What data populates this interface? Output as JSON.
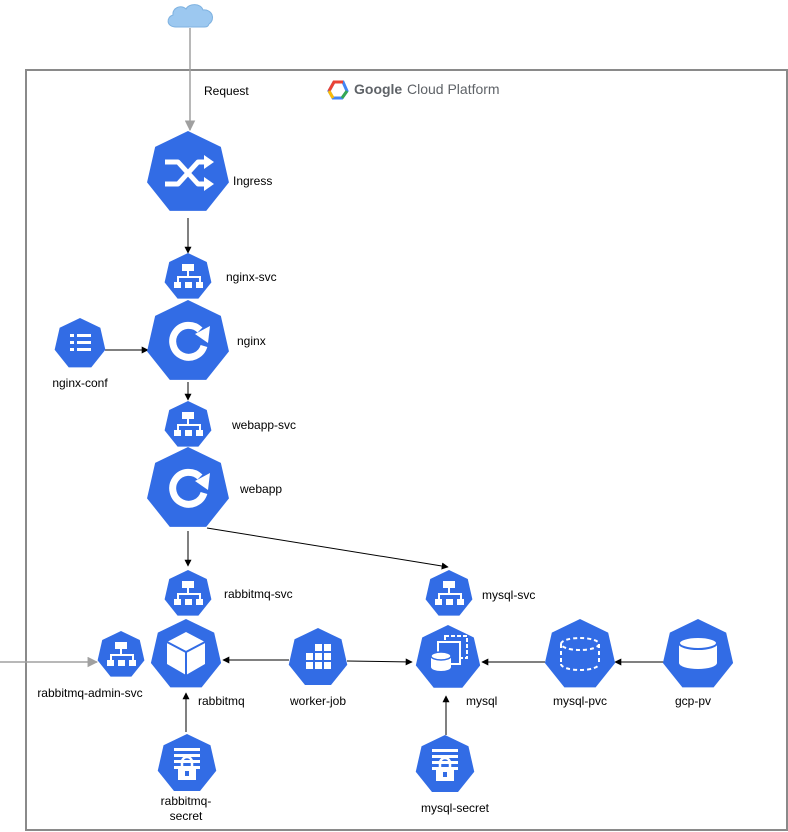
{
  "colors": {
    "k8s_blue": "#326ce5",
    "frame_gray": "#8a8a8a",
    "arrow_gray": "#a0a0a0",
    "arrow_black": "#000000",
    "cloud_blue": "#9cc8f0",
    "gcp_text": "#5f6368"
  },
  "platform": {
    "logo_icon": "google-cloud-logo-icon",
    "google": "Google",
    "rest": "Cloud Platform"
  },
  "request_label": "Request",
  "nodes": {
    "ingress": {
      "label": "Ingress",
      "icon": "ingress-shuffle-icon"
    },
    "nginx_svc": {
      "label": "nginx-svc",
      "icon": "service-icon"
    },
    "nginx": {
      "label": "nginx",
      "icon": "deployment-icon"
    },
    "nginx_conf": {
      "label": "nginx-conf",
      "icon": "configmap-icon"
    },
    "webapp_svc": {
      "label": "webapp-svc",
      "icon": "service-icon"
    },
    "webapp": {
      "label": "webapp",
      "icon": "deployment-icon"
    },
    "rabbitmq_svc": {
      "label": "rabbitmq-svc",
      "icon": "service-icon"
    },
    "rabbitmq": {
      "label": "rabbitmq",
      "icon": "pod-cube-icon"
    },
    "rabbitmq_admin_svc": {
      "label": "rabbitmq-admin-svc",
      "icon": "service-icon"
    },
    "rabbitmq_secret": {
      "label_line1": "rabbitmq-",
      "label_line2": "secret",
      "icon": "secret-lock-icon"
    },
    "worker_job": {
      "label": "worker-job",
      "icon": "job-grid-icon"
    },
    "mysql_svc": {
      "label": "mysql-svc",
      "icon": "service-icon"
    },
    "mysql": {
      "label": "mysql",
      "icon": "statefulset-db-icon"
    },
    "mysql_secret": {
      "label": "mysql-secret",
      "icon": "secret-lock-icon"
    },
    "mysql_pvc": {
      "label": "mysql-pvc",
      "icon": "pvc-dashed-cylinder-icon"
    },
    "gcp_pv": {
      "label": "gcp-pv",
      "icon": "pv-cylinder-icon"
    }
  }
}
